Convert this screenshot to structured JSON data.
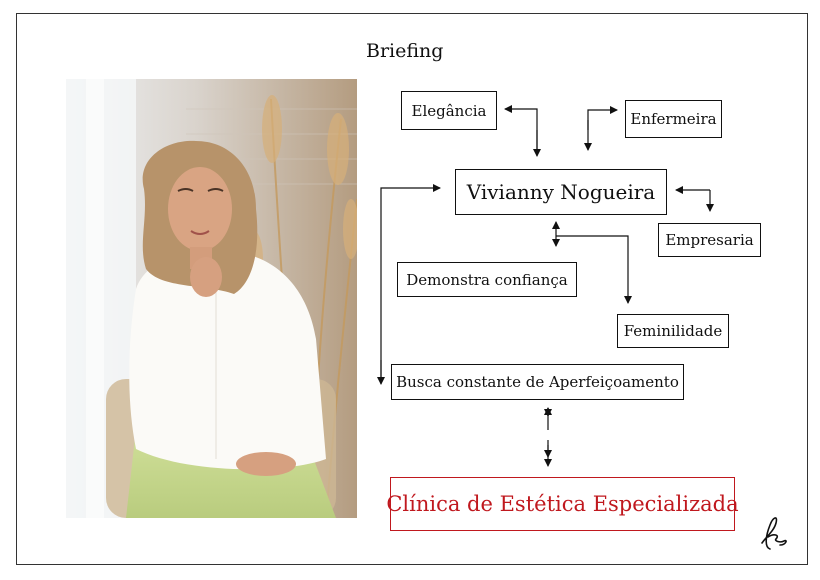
{
  "title": "Briefing",
  "nodes": {
    "center": "Vivianny Nogueira",
    "elegancia": "Elegância",
    "enfermeira": "Enfermeira",
    "empresaria": "Empresaria",
    "confianca": "Demonstra confiança",
    "feminilidade": "Feminilidade",
    "aperfeicoamento": "Busca constante de Aperfeiçoamento",
    "clinica": "Clínica de Estética Especializada"
  },
  "colors": {
    "accent": "#c0181e",
    "line": "#111111"
  }
}
